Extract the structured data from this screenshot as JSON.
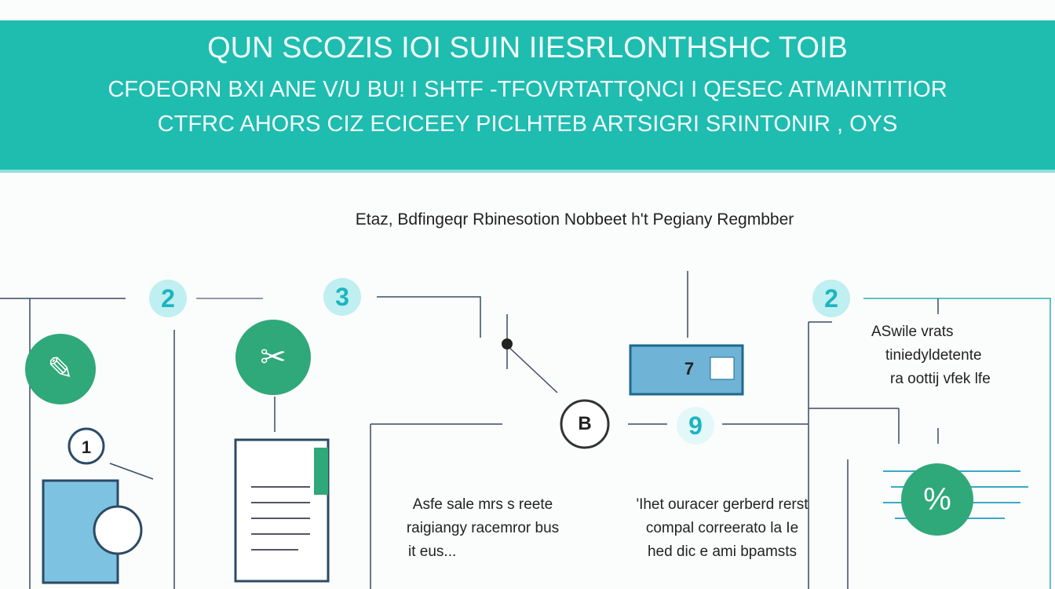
{
  "banner": {
    "line1": "QUN SCOZIS IOI SUIN IIESRLONTHSHC TOIB",
    "line2": "CFOEORN BXI ANE V/U BU! I SHTF -TFOVRTATTQNCI I QESEC ATMAINTITIOR",
    "line3": "CTFRC AHORS CIZ ECICEEY PICLHTEB ARTSIGRI SRINTONIR , OYS"
  },
  "subtitle": "Etaz, Bdfingeqr Rbinesotion Nobbeet h't Pegiany Regmbber",
  "steps": [
    "2",
    "3",
    "2",
    "B",
    "9",
    "7",
    "1"
  ],
  "captions": {
    "left": [
      "Asfe sale mrs s reete",
      "raigiangy racemror bus",
      "it eus..."
    ],
    "middle": [
      "'Ihet ouracer gerberd rerst",
      "compal correerato la Ie",
      "hed dic e ami bpamsts"
    ],
    "right": [
      "ASwile vrats",
      "tiniedyldetente",
      "ra oottij vfek lfe"
    ]
  },
  "colors": {
    "banner": "#1fbcb0",
    "green": "#2fa87a",
    "teal_light": "#bfeff0"
  }
}
